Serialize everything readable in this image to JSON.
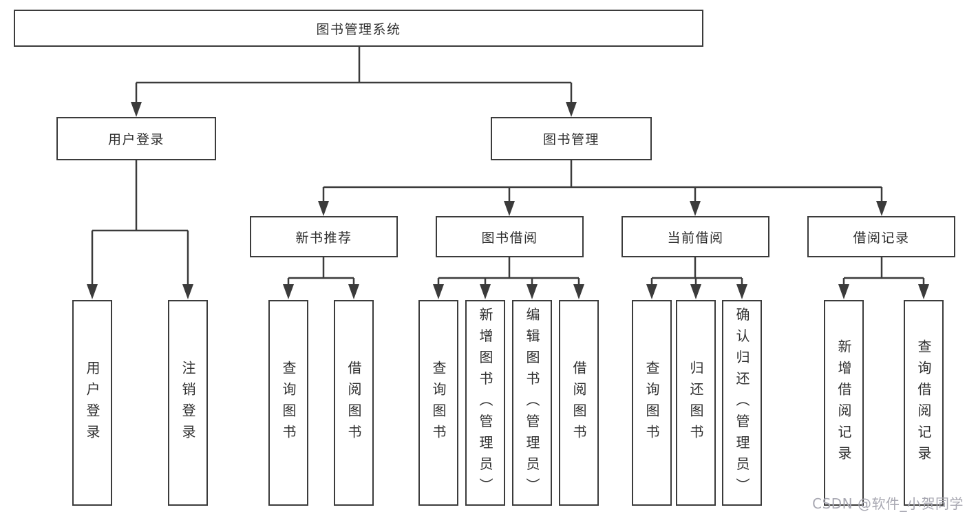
{
  "tree": {
    "root": {
      "label": "图书管理系统"
    },
    "branches": [
      {
        "label": "用户登录",
        "children": [
          {
            "label": "用户登录"
          },
          {
            "label": "注销登录"
          }
        ]
      },
      {
        "label": "图书管理",
        "groups": [
          {
            "label": "新书推荐",
            "children": [
              {
                "label": "查询图书"
              },
              {
                "label": "借阅图书"
              }
            ]
          },
          {
            "label": "图书借阅",
            "children": [
              {
                "label": "查询图书"
              },
              {
                "label": "新增图书（管理员）"
              },
              {
                "label": "编辑图书（管理员）"
              },
              {
                "label": "借阅图书"
              }
            ]
          },
          {
            "label": "当前借阅",
            "children": [
              {
                "label": "查询图书"
              },
              {
                "label": "归还图书"
              },
              {
                "label": "确认归还（管理员）"
              }
            ]
          },
          {
            "label": "借阅记录",
            "children": [
              {
                "label": "新增借阅记录"
              },
              {
                "label": "查询借阅记录"
              }
            ]
          }
        ]
      }
    ]
  },
  "watermark": {
    "text": "CSDN @软件_小贺同学"
  },
  "colors": {
    "line": "#3b3b3b",
    "node_border": "#3b3b3b",
    "node_fill": "#ffffff",
    "text": "#2f2f2f",
    "watermark": "#a8a8b2"
  }
}
